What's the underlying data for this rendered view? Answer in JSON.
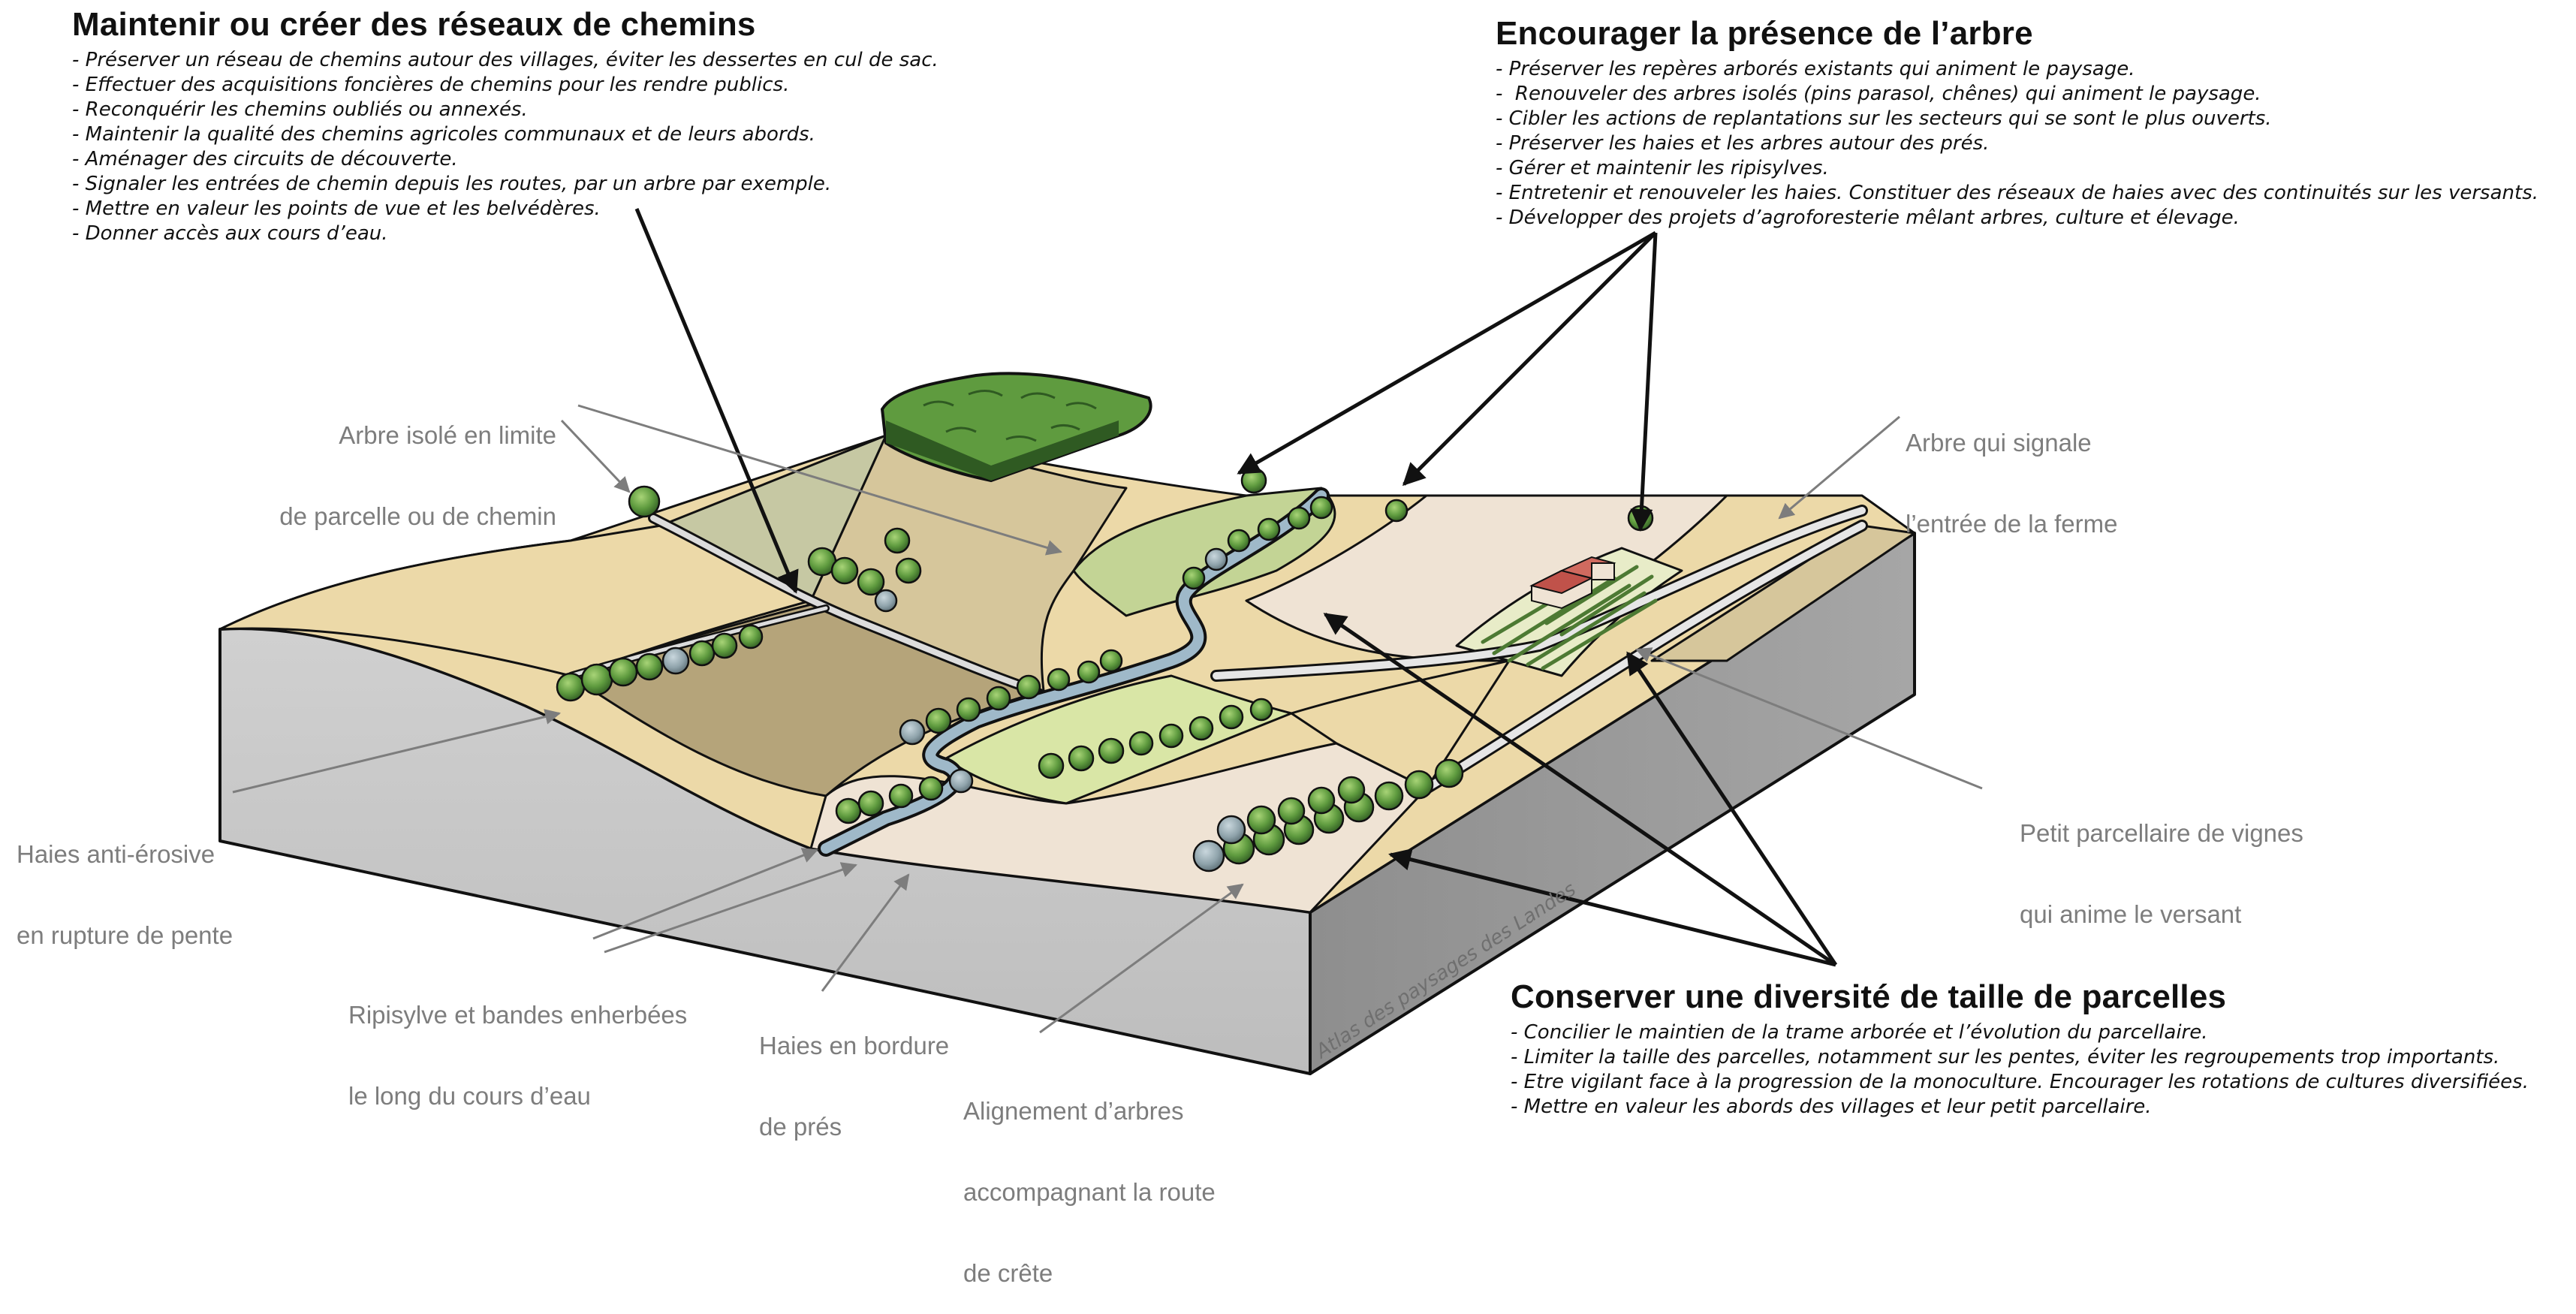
{
  "blocks": {
    "chemins": {
      "title": "Maintenir ou créer des réseaux de chemins",
      "items": [
        "- Préserver un réseau de chemins autour des villages, éviter les dessertes en cul de sac.",
        "- Effectuer des acquisitions foncières de chemins pour les rendre publics.",
        "- Reconquérir les chemins oubliés ou annexés.",
        "- Maintenir la qualité des chemins agricoles communaux et de leurs abords.",
        "- Aménager des circuits de découverte.",
        "- Signaler les entrées de chemin depuis les routes, par un arbre par exemple.",
        "- Mettre en valeur les points de vue et les belvédères.",
        "- Donner accès aux cours d’eau."
      ]
    },
    "arbre": {
      "title": "Encourager la présence de l’arbre",
      "items": [
        "- Préserver les repères arborés existants qui animent le paysage.",
        "-  Renouveler des arbres isolés (pins parasol, chênes) qui animent le paysage.",
        "- Cibler les actions de replantations sur les secteurs qui se sont le plus ouverts.",
        "- Préserver les haies et les arbres autour des prés.",
        "- Gérer et maintenir les ripisylves.",
        "- Entretenir et renouveler les haies. Constituer des réseaux de haies avec des continuités sur les versants.",
        "- Développer des projets d’agroforesterie mêlant arbres, culture et élevage."
      ]
    },
    "parcelles": {
      "title": "Conserver une diversité de taille de parcelles",
      "items": [
        "- Concilier le maintien de la trame arborée et l’évolution du parcellaire.",
        "- Limiter la taille des parcelles, notamment sur les pentes, éviter les regroupements trop importants.",
        "- Etre vigilant face à la progression de la monoculture. Encourager les rotations de cultures diversifiées.",
        "- Mettre en valeur les abords des villages et leur petit parcellaire."
      ]
    }
  },
  "labels": {
    "arbre_isole": [
      "Arbre isolé en limite",
      "de parcelle ou de chemin"
    ],
    "arbre_ferme": [
      "Arbre qui signale",
      "l’entrée de la ferme"
    ],
    "haies_erosive": [
      "Haies anti-érosive",
      "en rupture de pente"
    ],
    "vignes": [
      "Petit parcellaire de vignes",
      "qui anime le versant"
    ],
    "ripisylve": [
      "Ripisylve et bandes enherbées",
      "le long du cours d’eau"
    ],
    "haies_pres": [
      "Haies en bordure",
      "de prés"
    ],
    "alignement": [
      "Alignement d’arbres",
      "accompagnant la route",
      "de crête"
    ]
  },
  "watermark": "Atlas des paysages des Landes",
  "colors": {
    "field_sand": "#ecd9a8",
    "field_olive": "#b5a47a",
    "field_tan": "#d6c69b",
    "field_pale": "#efe3d4",
    "field_green": "#c3d495",
    "field_lightgreen": "#d9e6a6",
    "field_greygreen": "#c6c8a3",
    "tree_dark": "#3d6b2d",
    "tree_mid": "#5f9b3f",
    "tree_light": "#8cc060",
    "water": "#9fb9c9",
    "soil_side": "#c9c9c9",
    "soil_dark": "#9b9b9b",
    "leader_grey": "#7d7d7d",
    "arrow_black": "#111111",
    "label_grey": "#7d7d7d"
  }
}
